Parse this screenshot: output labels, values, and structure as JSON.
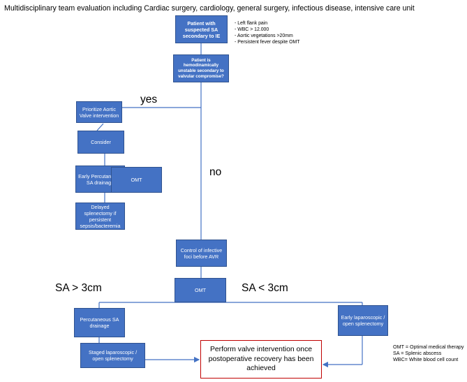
{
  "title": "Multidisciplinary team evaluation including Cardiac surgery, cardiology, general surgery, infectious disease, intensive care unit",
  "nodes": {
    "patient": "Patient with suspected SA secondary to IE",
    "unstable": "Patient is hemodinamically unstable secondary to valvular compromise?",
    "prioritize": "Prioritize Aortic Valve intervention",
    "consider": "Consider",
    "early_perc": "Early Percutaneous SA drainage",
    "omt_left": "OMT",
    "delayed": "Delayed splenectomy if persistent sepsis/bacteremia",
    "control": "Control of infective foci before AVR",
    "omt_center": "OMT",
    "perc": "Percutaneous SA drainage",
    "early_lap": "Early laparoscopic / open splenectomy",
    "staged": "Staged laparoscopic / open splenectomy",
    "final": "Perform valve intervention once postoperative recovery has been achieved"
  },
  "criteria": [
    "- Left flank pain",
    "- WBC > 12.000",
    "- Aortic vegetations >20mm",
    "- Persistent fever despite OMT"
  ],
  "labels": {
    "yes": "yes",
    "no": "no",
    "sa_gt": "SA > 3cm",
    "sa_lt": "SA < 3cm"
  },
  "legend": [
    "OMT = Optimal medical therapy",
    "SA = Splenic abscess",
    "WBC= White blood cell count"
  ],
  "colors": {
    "box_fill": "#4472c4",
    "box_border": "#2f528f",
    "final_border": "#c00000",
    "connector": "#4472c4"
  }
}
